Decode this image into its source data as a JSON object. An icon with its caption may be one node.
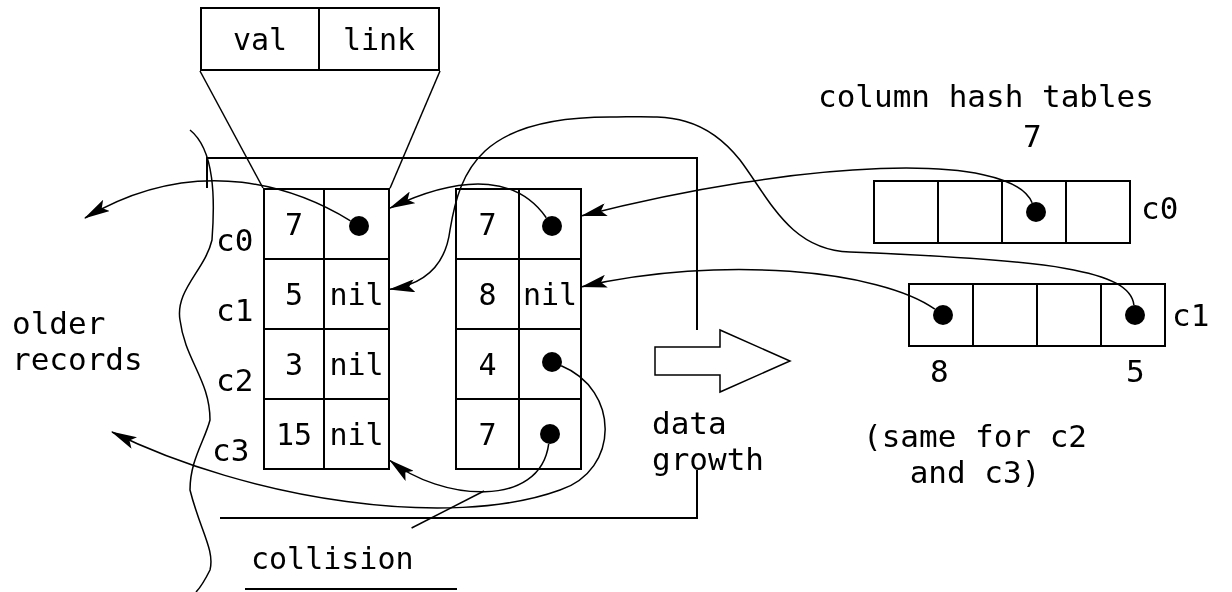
{
  "diagram": {
    "nodes": [
      {
        "text": [
          "val"
        ]
      },
      {
        "text": [
          "link"
        ]
      },
      {
        "text": [
          "7"
        ]
      },
      {
        "text": [],
        "shape": "box"
      },
      {
        "text": [],
        "shape": "circle",
        "in": 3
      },
      {
        "text": [
          "5"
        ]
      },
      {
        "text": [
          "nil"
        ]
      },
      {
        "text": [
          "3"
        ]
      },
      {
        "text": [
          "nil"
        ]
      },
      {
        "text": [
          "15"
        ]
      },
      {
        "text": [
          "nil"
        ]
      },
      {
        "text": [
          "7"
        ]
      },
      {
        "text": [],
        "shape": "box"
      },
      {
        "text": [],
        "shape": "circle",
        "in": 12
      },
      {
        "text": [
          "8"
        ]
      },
      {
        "text": [
          "nil"
        ]
      },
      {
        "text": [
          "4"
        ]
      },
      {
        "text": [],
        "shape": "box"
      },
      {
        "text": [],
        "shape": "circle",
        "in": 17
      },
      {
        "text": [
          "7"
        ]
      },
      {
        "text": [],
        "shape": "box"
      },
      {
        "text": [],
        "shape": "circle",
        "in": 20
      },
      {
        "text": [
          "c0"
        ]
      },
      {
        "text": [],
        "shape": "box",
        "in": 22
      },
      {
        "text": [],
        "shape": "box",
        "in": 22
      },
      {
        "text": [],
        "shape": "box",
        "in": 22,
        "beside": [
          "7"
        ]
      },
      {
        "text": [],
        "shape": "circle",
        "in": 25
      },
      {
        "text": [],
        "shape": "box",
        "in": 22
      },
      {
        "text": [
          "c1"
        ]
      },
      {
        "text": [],
        "shape": "box",
        "in": 28,
        "beside": [
          "8"
        ]
      },
      {
        "text": [],
        "shape": "circle",
        "in": 29
      },
      {
        "text": [],
        "shape": "box",
        "in": 28
      },
      {
        "text": [],
        "shape": "box",
        "in": 28
      },
      {
        "text": [],
        "shape": "box",
        "in": 28,
        "beside": [
          "5"
        ]
      },
      {
        "text": [],
        "shape": "circle",
        "in": 33
      },
      {
        "text": [
          "collision"
        ]
      }
    ],
    "edges": [
      {
        "from": 4,
        "to": null,
        "arrow": "to"
      },
      {
        "from": 13,
        "to": 3,
        "arrow": "to"
      },
      {
        "from": 26,
        "to": 12,
        "arrow": "to"
      },
      {
        "from": 34,
        "to": 6,
        "arrow": "to"
      },
      {
        "from": 30,
        "to": 15,
        "arrow": "to"
      },
      {
        "from": 18,
        "to": null,
        "arrow": "to"
      },
      {
        "from": 21,
        "to": 10,
        "arrow": "to"
      },
      {
        "from": 35,
        "to": null,
        "arrow": "none"
      },
      {
        "from": 0,
        "to": 2,
        "arrow": "none"
      },
      {
        "from": 1,
        "to": 3,
        "arrow": "none"
      }
    ],
    "labels": [
      "column hash tables",
      "c0",
      "c1",
      "older records",
      "c2",
      "c3",
      "data growth",
      "(same for c2 and c3)"
    ]
  }
}
